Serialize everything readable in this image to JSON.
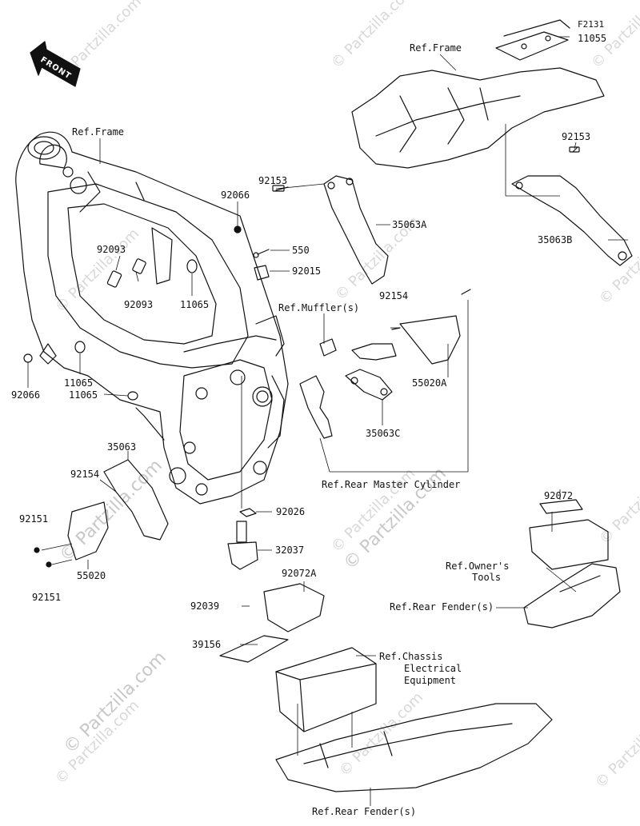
{
  "diagram_code": "F2131",
  "front_label": "FRONT",
  "watermark": "© Partzilla.com",
  "labels": {
    "p11055": "11055",
    "ref_frame_top": "Ref.Frame",
    "ref_frame_left": "Ref.Frame",
    "p92153_top": "92153",
    "p92153_mid": "92153",
    "p92066_a": "92066",
    "p92066_b": "92066",
    "p35063A": "35063A",
    "p35063B": "35063B",
    "p92093_a": "92093",
    "p92093_b": "92093",
    "p550": "550",
    "p92015": "92015",
    "p11065_a": "11065",
    "p11065_b": "11065",
    "p11065_c": "11065",
    "ref_mufflers": "Ref.Muffler(s)",
    "p92154_a": "92154",
    "p92154_b": "92154",
    "p55020A": "55020A",
    "p35063C": "35063C",
    "p35063": "35063",
    "ref_rear_master": "Ref.Rear Master Cylinder",
    "p92151_a": "92151",
    "p92151_b": "92151",
    "p55020": "55020",
    "p92026": "92026",
    "p32037": "32037",
    "p92072": "92072",
    "ref_owners_tools_1": "Ref.Owner's",
    "ref_owners_tools_2": "Tools",
    "ref_rear_fender_1": "Ref.Rear Fender(s)",
    "p92072A": "92072A",
    "p92039": "92039",
    "p39156": "39156",
    "ref_chassis_1": "Ref.Chassis",
    "ref_chassis_2": "Electrical",
    "ref_chassis_3": "Equipment",
    "ref_rear_fender_2": "Ref.Rear Fender(s)"
  }
}
